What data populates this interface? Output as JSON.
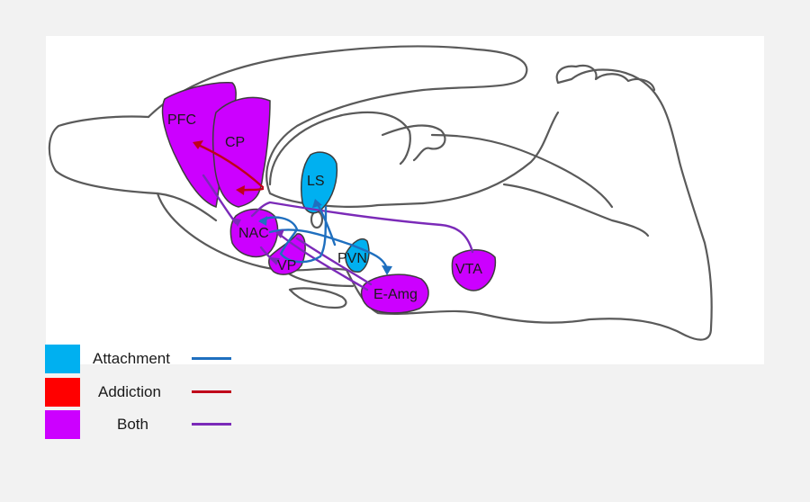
{
  "colors": {
    "attachment": "#00b0f0",
    "addiction": "#ff0000",
    "both": "#cc00ff",
    "attachment_line": "#1f6fbf",
    "addiction_line": "#c0001a",
    "both_line": "#7b2ab8",
    "outline": "#5a5a5a"
  },
  "regions": {
    "pfc": "PFC",
    "cp": "CP",
    "ls": "LS",
    "nac": "NAC",
    "vp": "VP",
    "pvn": "PVN",
    "vta": "VTA",
    "e_amg": "E-Amg"
  },
  "legend": [
    {
      "label": "Attachment"
    },
    {
      "label": "Addiction"
    },
    {
      "label": "Both"
    }
  ]
}
